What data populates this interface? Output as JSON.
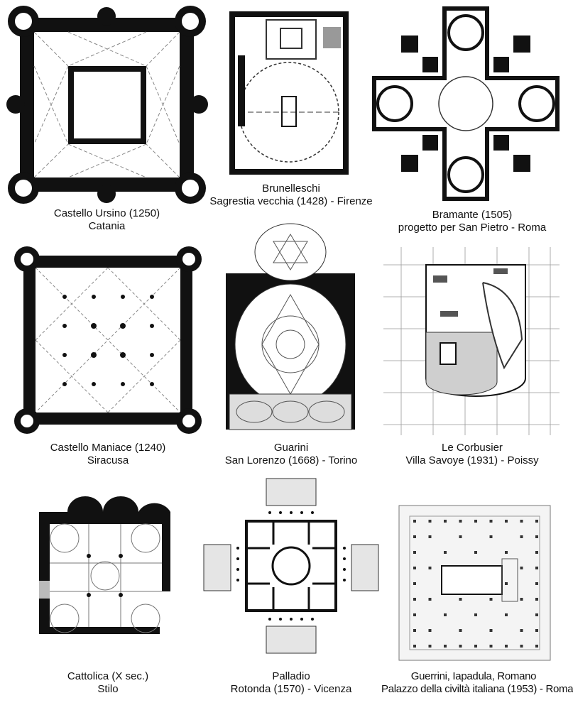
{
  "plans": [
    {
      "id": "ursino",
      "line1": "Castello Ursino (1250)",
      "line2": "Catania"
    },
    {
      "id": "brunelleschi",
      "line1": "Brunelleschi",
      "line2": "Sagrestia vecchia (1428) - Firenze"
    },
    {
      "id": "bramante",
      "line1": "Bramante  (1505)",
      "line2": "progetto per San Pietro - Roma"
    },
    {
      "id": "maniace",
      "line1": "Castello Maniace (1240)",
      "line2": "Siracusa"
    },
    {
      "id": "guarini",
      "line1": "Guarini",
      "line2": "San Lorenzo (1668) - Torino"
    },
    {
      "id": "savoye",
      "line1": "Le Corbusier",
      "line2": "Villa Savoye (1931) - Poissy"
    },
    {
      "id": "cattolica",
      "line1": "Cattolica (X sec.)",
      "line2": "Stilo"
    },
    {
      "id": "palladio",
      "line1": "Palladio",
      "line2": "Rotonda (1570) - Vicenza"
    },
    {
      "id": "guerrini",
      "line1": "Guerrini, Iapadula, Romano",
      "line2": "Palazzo della civiltà italiana (1953) - Roma"
    }
  ],
  "colors": {
    "ink": "#111111",
    "paper": "#ffffff",
    "grey": "#8a8a8a",
    "light_grey": "#d8d8d8"
  }
}
